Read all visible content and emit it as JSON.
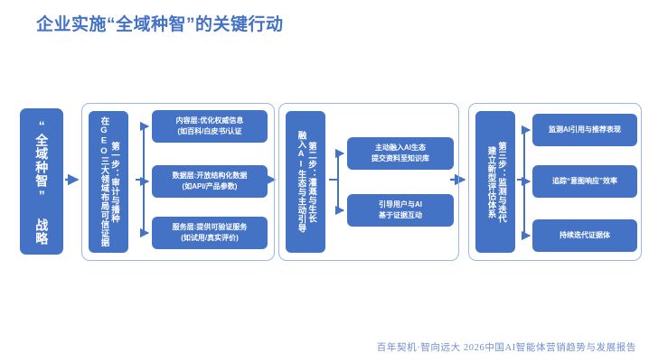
{
  "slide": {
    "title": "企业实施“全域种智”的关键行动",
    "title_color": "#4472c4",
    "background": "#ffffff",
    "footer": "百年契机·智向远大  2026中国AI智能体营销趋势与发展报告",
    "footer_color": "#6f8fd0"
  },
  "theme": {
    "box_fill": "#4472c4",
    "box_text": "#ffffff",
    "group_border": "#9cb8e4",
    "arrow_color": "#4472c4"
  },
  "strategy": {
    "name": "“全域种智” 战略",
    "line_1": "“",
    "line_2": "全域种智",
    "line_3": "”",
    "line_4": "战略"
  },
  "steps": [
    {
      "step_label": "第一步：审计与播种",
      "step_subtitle": "在GEO三大领域布局可信证据",
      "items": [
        {
          "line_1": "内容层:优化权威信息",
          "line_2": "(如百科/白皮书/认证"
        },
        {
          "line_1": "数据层:开放结构化数据",
          "line_2": "(如API/产品参数)"
        },
        {
          "line_1": "服务层:提供可验证服务",
          "line_2": "(如试用/真实评价)"
        }
      ]
    },
    {
      "step_label": "第二步：灌溉与生长",
      "step_subtitle": "融入AI生态与主动引导",
      "items": [
        {
          "line_1": "主动融入AI生态",
          "line_2": "提交资料至知识库"
        },
        {
          "line_1": "引导用户与AI",
          "line_2": "基于证据互动"
        }
      ]
    },
    {
      "step_label": "第三步：监测与迭代",
      "step_subtitle": "建立新型评估体系",
      "items": [
        {
          "line_1": "监测AI引用与推荐表现",
          "line_2": ""
        },
        {
          "line_1": "追踪“意图响应”效率",
          "line_2": ""
        },
        {
          "line_1": "持续迭代证据体",
          "line_2": ""
        }
      ]
    }
  ]
}
